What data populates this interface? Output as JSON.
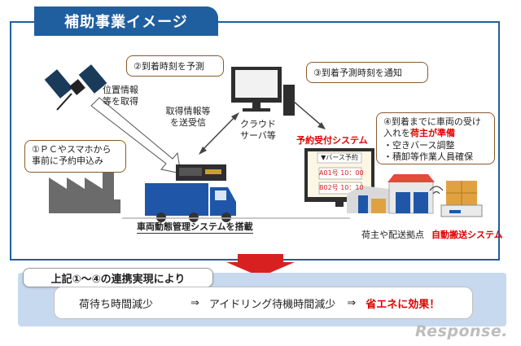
{
  "title": "補助事業イメージ",
  "callouts": {
    "step1": "①ＰＣやスマホから事前に予約申込み",
    "step2": "②到着時刻を予測",
    "step3": "③到着予測時刻を通知",
    "step4_line1": "④到着までに車両の受け",
    "step4_line2_pre": "入れを",
    "step4_line2_em": "荷主が準備",
    "step4_bullet1": "・空きバース調整",
    "step4_bullet2": "・積卸等作業人員確保"
  },
  "labels": {
    "satellite_note": "位置情報等を取得",
    "acquire_note": "取得情報等を送受信",
    "cloud": "クラウドサーバ等",
    "reservation_system": "予約受付システム",
    "screen_header": "▼バース予約",
    "screen_row1": "A01号 10：00",
    "screen_row2": "B02号 10：10",
    "vehicle_system": "車両動態管理システムを搭載",
    "base": "荷主や配送拠点",
    "auto_transport": "自動搬送システム"
  },
  "summary": {
    "heading": "上記①～④の連携実現により",
    "item1": "荷待ち時間減少",
    "arrow": "⇒",
    "item2": "アイドリング待機時間減少",
    "item3": "省エネに効果！"
  },
  "watermark": "Response.",
  "colors": {
    "brand_blue": "#1f5fa0",
    "truck_blue": "#1f56a8",
    "accent_red": "#e00000",
    "callout_border": "#8a5a2b"
  }
}
